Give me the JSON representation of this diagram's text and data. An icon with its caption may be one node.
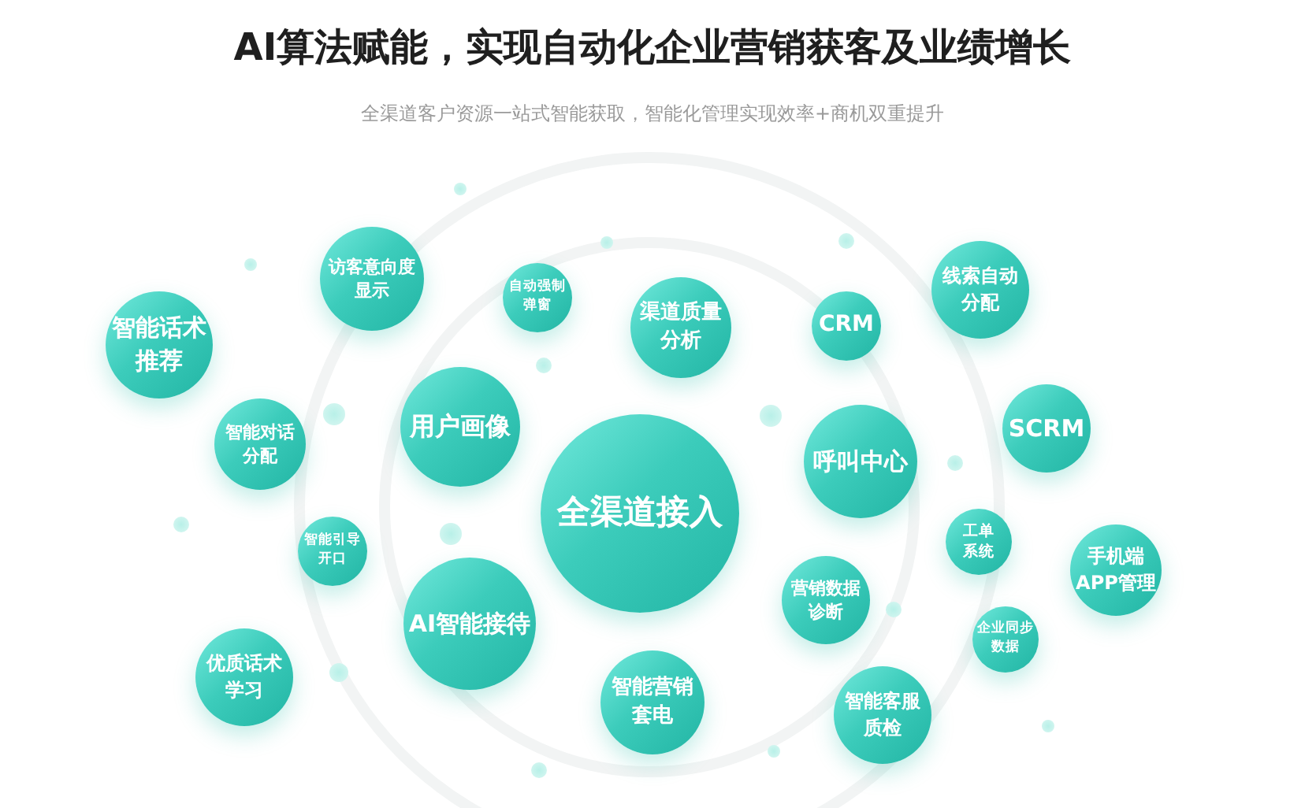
{
  "diagram": {
    "title": "AI算法赋能，实现自动化企业营销获客及业绩增长",
    "nodes": [
      {
        "text": [
          "智能话术推荐"
        ]
      },
      {
        "text": [
          "访客意向度显示"
        ]
      },
      {
        "text": [
          "自动强制弹窗"
        ]
      },
      {
        "text": [
          "渠道质量分析"
        ]
      },
      {
        "text": [
          "CRM"
        ]
      },
      {
        "text": [
          "线索自动分配"
        ]
      },
      {
        "text": [
          "智能对话分配"
        ]
      },
      {
        "text": [
          "用户画像"
        ]
      },
      {
        "text": [
          "呼叫中心"
        ]
      },
      {
        "text": [
          "SCRM"
        ]
      },
      {
        "text": [
          "全渠道接入"
        ]
      },
      {
        "text": [
          "智能引导开口"
        ]
      },
      {
        "text": [
          "AI智能接待"
        ]
      },
      {
        "text": [
          "营销数据诊断"
        ]
      },
      {
        "text": [
          "工单系统"
        ]
      },
      {
        "text": [
          "手机端APP管理"
        ]
      },
      {
        "text": [
          "企业同步数据"
        ]
      },
      {
        "text": [
          "优质话术学习"
        ]
      },
      {
        "text": [
          "智能营销套电"
        ]
      },
      {
        "text": [
          "智能客服质检"
        ]
      }
    ],
    "labels": [
      "全渠道客户资源一站式智能获取，智能化管理实现效率+商机双重提升"
    ]
  }
}
